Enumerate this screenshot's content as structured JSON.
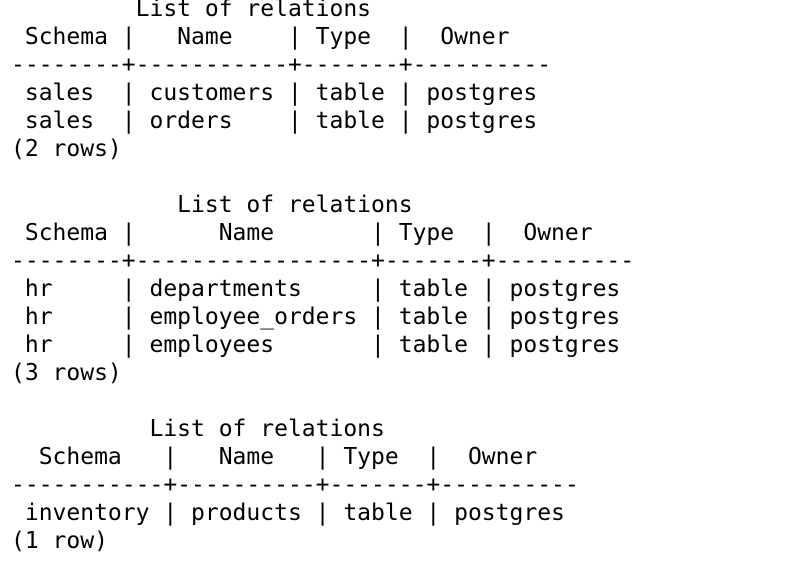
{
  "terminal": {
    "lines": [
      "         List of relations",
      " Schema |   Name    | Type  |  Owner",
      "--------+-----------+-------+----------",
      " sales  | customers | table | postgres",
      " sales  | orders    | table | postgres",
      "(2 rows)",
      "",
      "            List of relations",
      " Schema |      Name       | Type  |  Owner",
      "--------+-----------------+-------+----------",
      " hr     | departments     | table | postgres",
      " hr     | employee_orders | table | postgres",
      " hr     | employees       | table | postgres",
      "(3 rows)",
      "",
      "          List of relations",
      "  Schema   |   Name   | Type  |  Owner",
      "-----------+----------+-------+----------",
      " inventory | products | table | postgres",
      "(1 row)"
    ]
  }
}
